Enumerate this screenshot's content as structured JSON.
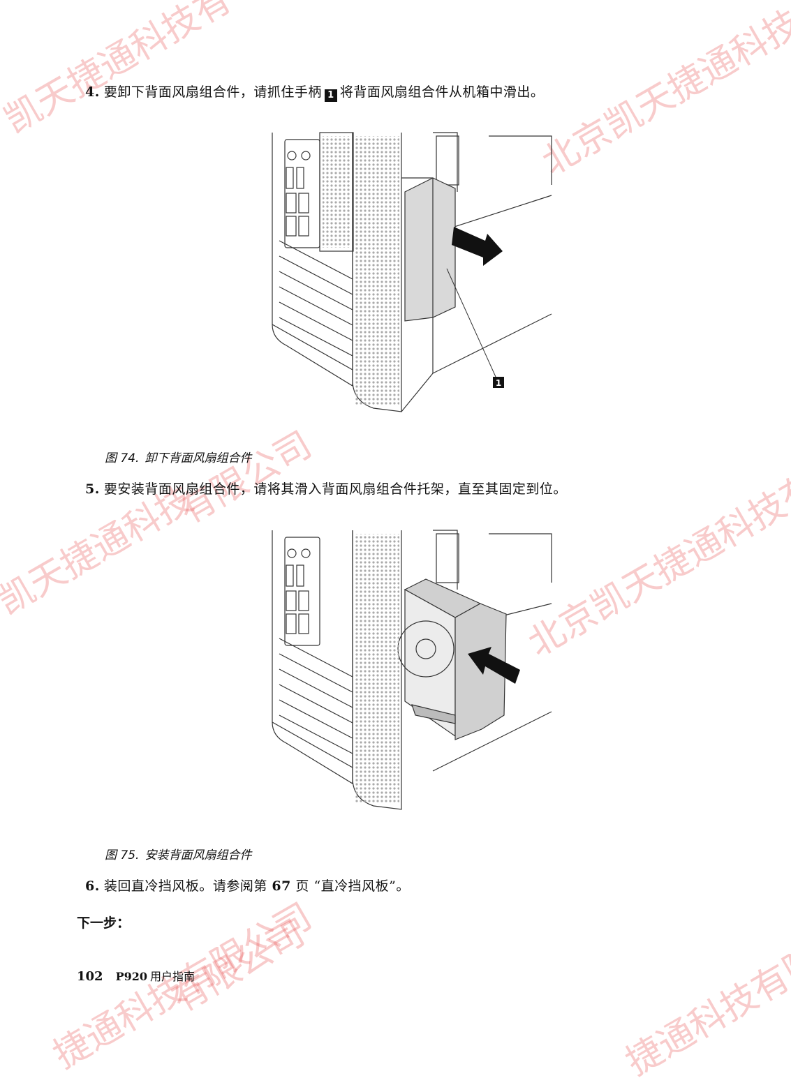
{
  "steps": [
    {
      "num": "4.",
      "text_before": "要卸下背面风扇组合件，请抓住手柄",
      "callout": "1",
      "text_after": "将背面风扇组合件从机箱中滑出。"
    },
    {
      "num": "5.",
      "text": "要安装背面风扇组合件，请将其滑入背面风扇组合件托架，直至其固定到位。"
    },
    {
      "num": "6.",
      "text_before": "装回直冷挡风板。请参阅第",
      "page_ref": "67",
      "text_after": "页 “直冷挡风板”。"
    }
  ],
  "figures": [
    {
      "label": "图 74.",
      "caption": "卸下背面风扇组合件",
      "callout": "1"
    },
    {
      "label": "图 75.",
      "caption": "安装背面风扇组合件"
    }
  ],
  "next_step": "下一步：",
  "footer": {
    "page_number": "102",
    "doc_model": "P920",
    "doc_title": "用户指南"
  },
  "watermarks": [
    "凯天捷通科技有",
    "北京凯天捷通科技有限",
    "有限公司",
    "凯天捷通科技",
    "北京凯天捷通科技有限",
    "有限公司",
    "捷通科技有限公司",
    "捷通科技有限"
  ],
  "colors": {
    "watermark": "#e64646",
    "callout_bg": "#111111"
  }
}
